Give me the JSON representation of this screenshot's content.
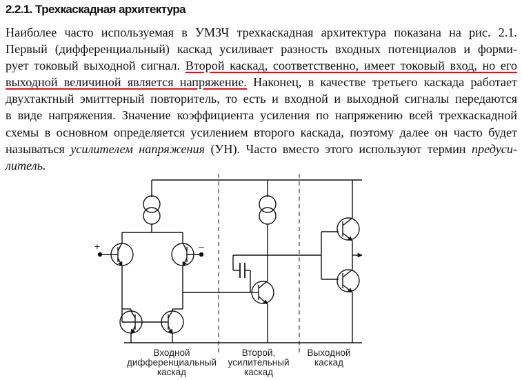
{
  "section_title": "2.2.1. Трехкаскадная архитектура",
  "paragraph": {
    "line1": "Наиболее часто используемая в УМЗЧ трехкаскадная архитектура показана на рис. 2.1.",
    "line2": "Первый (дифференциальный) каскад усиливает разность входных потенциалов и форми-",
    "line3_a": "рует токовый выходной сигнал. ",
    "line3_b": "Второй каскад, соответственно, имеет токовый вход, но его",
    "line4_a": "выходной величиной является напряжение.",
    "line4_b": " Наконец, в качестве третьего каскада работает",
    "line5": "двухтактный эмиттерный повторитель, то есть и входной и выходной сигналы передаются",
    "line6": "в виде напряжения. Значение коэффициента усиления по напряжению всей трехкаскадной",
    "line7": "схемы в основном определяется усилением второго каскада, поэтому далее он часто будет",
    "line8_a": "называться ",
    "line8_b": "усилителем напряжения",
    "line8_c": " (УН). Часто вместо этого используют термин ",
    "line8_d": "предуси-",
    "line9": "литель."
  },
  "underline_color": "#d8141a",
  "figure": {
    "input_plus": "+",
    "input_minus": "–",
    "stage1_label": [
      "Входной",
      "дифференциальный",
      "каскад"
    ],
    "stage2_label": [
      "Второй,",
      "усилительный",
      "каскад"
    ],
    "stage3_label": [
      "Выходной",
      "каскад"
    ]
  }
}
